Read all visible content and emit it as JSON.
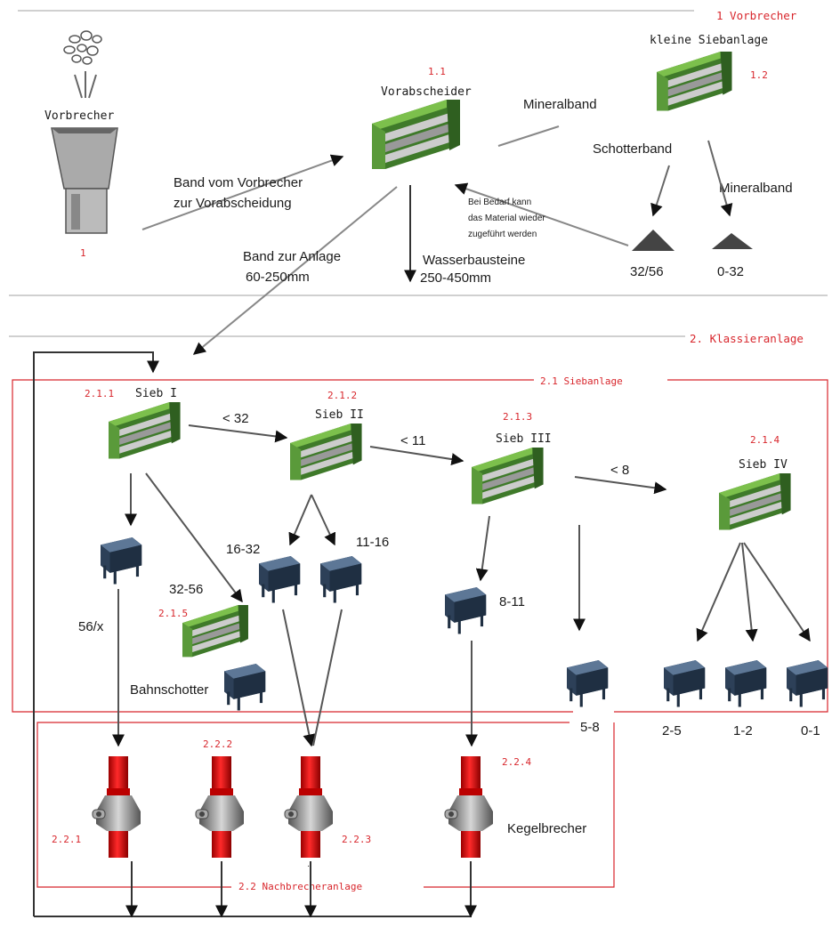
{
  "sections": {
    "vorbrecher": "1 Vorbrecher",
    "klassieranlage": "2. Klassieranlage",
    "siebanlage": "2.1 Siebanlage",
    "nachbrecheranlage": "2.2 Nachbrecheranlage"
  },
  "stage1": {
    "vorbrecher_label": "Vorbrecher",
    "vorbrecher_num": "1",
    "vorabscheider_num": "1.1",
    "vorabscheider_label": "Vorabscheider",
    "kleine_siebanlage_label": "kleine Siebanlage",
    "kleine_siebanlage_num": "1.2",
    "band1": "Band vom Vorbrecher",
    "band2": "zur Vorabscheidung",
    "mineralband_1": "Mineralband",
    "schotterband": "Schotterband",
    "mineralband_2": "Mineralband",
    "note1": "Bei Bedarf kann",
    "note2": "das Material wieder",
    "note3": "zugeführt werden",
    "pile_1": "32/56",
    "pile_2": "0-32",
    "band_anlage_1": "Band zur Anlage",
    "band_anlage_2": "60-250mm",
    "wasser_1": "Wasserbausteine",
    "wasser_2": "250-450mm"
  },
  "screens": [
    {
      "num": "2.1.1",
      "label": "Sieb I"
    },
    {
      "num": "2.1.2",
      "label": "Sieb II"
    },
    {
      "num": "2.1.3",
      "label": "Sieb III"
    },
    {
      "num": "2.1.4",
      "label": "Sieb IV"
    }
  ],
  "flows": {
    "lt32": "< 32",
    "lt11": "< 11",
    "lt8": "< 8"
  },
  "bins": {
    "b56x": "56/x",
    "b1632": "16-32",
    "b1116": "11-16",
    "b3256": "32-56",
    "b811": "8-11",
    "b58": "5-8",
    "b25": "2-5",
    "b12": "1-2",
    "b01": "0-1",
    "bahnschotter": "Bahnschotter",
    "screen215": "2.1.5"
  },
  "crushers": {
    "c1": "2.2.1",
    "c2": "2.2.2",
    "c3": "2.2.3",
    "c4": "2.2.4",
    "label": "Kegelbrecher",
    "dot": "·"
  },
  "colors": {
    "accent_red": "#d8262c",
    "screen_green": "#5a9a3a",
    "bin_blue": "#2d4058",
    "crusher_red": "#e01818"
  }
}
